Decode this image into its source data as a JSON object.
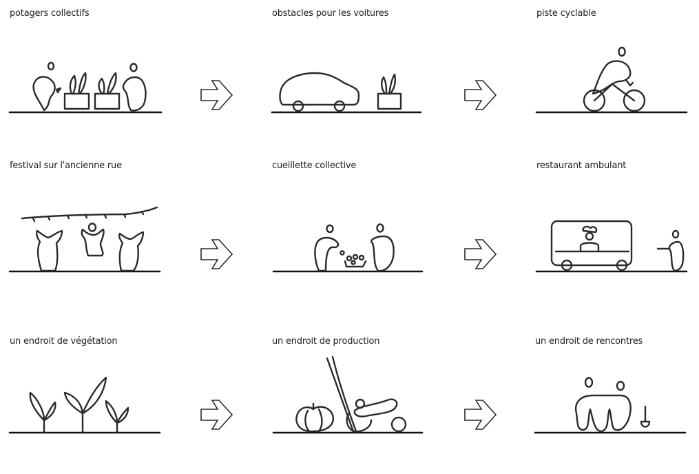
{
  "panels": [
    {
      "label": "potagers collectifs",
      "icon": "community-garden-icon"
    },
    {
      "label": "obstacles pour les voitures",
      "icon": "car-planter-icon"
    },
    {
      "label": "piste cyclable",
      "icon": "cyclist-icon"
    },
    {
      "label": "festival sur l'ancienne rue",
      "icon": "festival-icon"
    },
    {
      "label": "cueillette collective",
      "icon": "harvest-icon"
    },
    {
      "label": "restaurant ambulant",
      "icon": "food-truck-icon"
    },
    {
      "label": "un endroit de végétation",
      "icon": "sprouts-icon"
    },
    {
      "label": "un endroit de production",
      "icon": "produce-icon"
    },
    {
      "label": "un endroit de rencontres",
      "icon": "meeting-icon"
    }
  ],
  "arrow_icon": "right-arrow-icon",
  "colors": {
    "ink": "#2a2a2a",
    "ground": "#111111",
    "background": "#ffffff"
  }
}
